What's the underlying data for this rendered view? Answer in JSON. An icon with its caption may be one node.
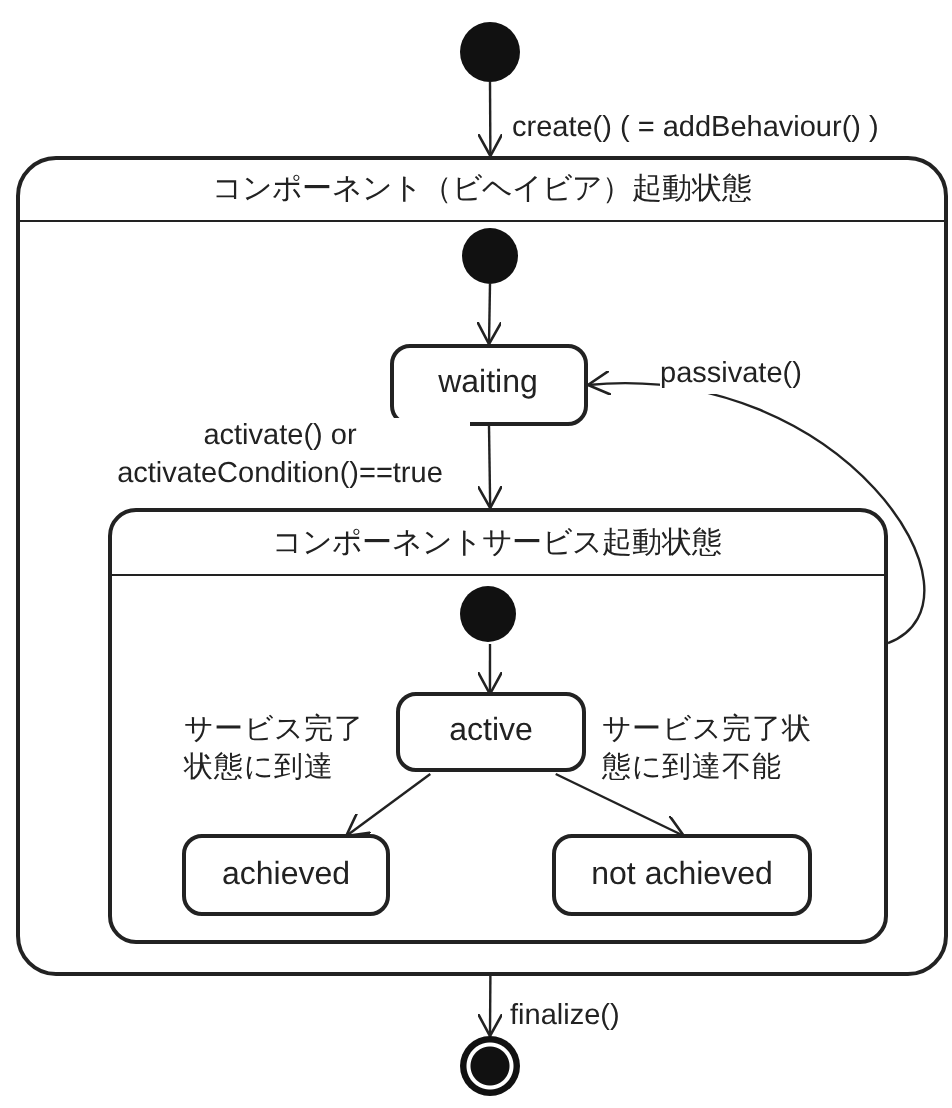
{
  "diagram": {
    "nodes": [
      {
        "text": [],
        "shape": "circle"
      },
      {
        "text": [
          "コンポーネント（ビヘイビア）起動状態"
        ]
      },
      {
        "text": [],
        "shape": "circle",
        "in": 1
      },
      {
        "text": [
          "waiting"
        ],
        "in": 1
      },
      {
        "text": [
          "コンポーネントサービス起動状態"
        ],
        "in": 1
      },
      {
        "text": [],
        "shape": "circle",
        "in": 4
      },
      {
        "text": [
          "active"
        ],
        "in": 4
      },
      {
        "text": [
          "achieved"
        ],
        "in": 4
      },
      {
        "text": [
          "not achieved"
        ],
        "in": 4
      },
      {
        "text": [],
        "shape": "circle"
      }
    ],
    "edges": [
      {
        "from": 0,
        "to": 1,
        "arrow": "to",
        "label": "create() ( = addBehaviour() )"
      },
      {
        "from": 2,
        "to": 3,
        "arrow": "to"
      },
      {
        "from": 3,
        "to": 4,
        "arrow": "to",
        "label": "activate() or activateCondition()==true"
      },
      {
        "from": 4,
        "to": 3,
        "arrow": "to",
        "label": "passivate()"
      },
      {
        "from": 5,
        "to": 6,
        "arrow": "to"
      },
      {
        "from": 6,
        "to": 7,
        "arrow": "to",
        "label": "サービス完了状態に到達"
      },
      {
        "from": 6,
        "to": 8,
        "arrow": "to",
        "label": "サービス完了状態に到達不能"
      },
      {
        "from": 1,
        "to": 9,
        "arrow": "to",
        "label": "finalize()"
      }
    ]
  }
}
